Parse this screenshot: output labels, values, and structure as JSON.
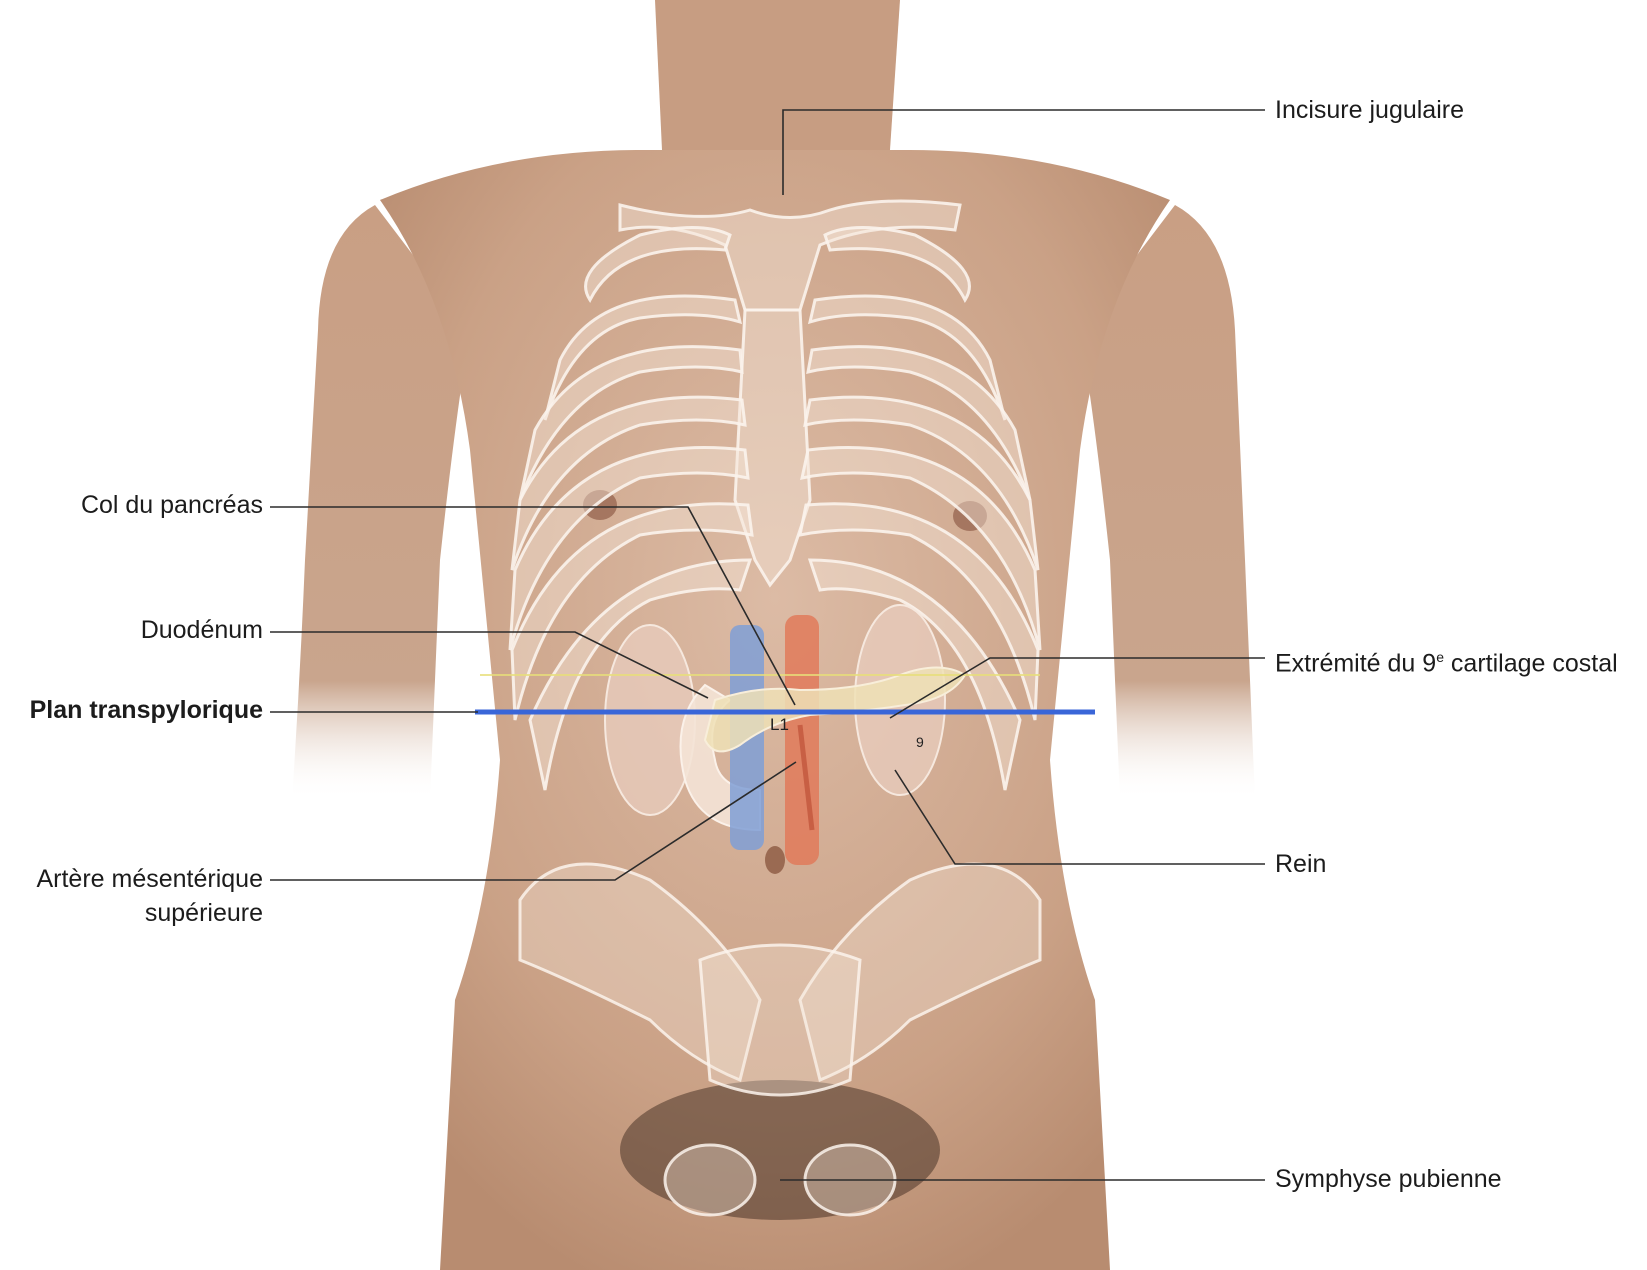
{
  "labels": {
    "incisure_jugulaire": "Incisure jugulaire",
    "col_du_pancreas": "Col du pancréas",
    "duodenum": "Duodénum",
    "extremite_prefix": "Extrémité du 9",
    "extremite_sup": "e",
    "extremite_suffix": " cartilage costal",
    "plan_transpylorique": "Plan transpylorique",
    "artere_line1": "Artère mésentérique",
    "artere_line2": "supérieure",
    "rein": "Rein",
    "symphyse_pubienne": "Symphyse pubienne"
  },
  "markers": {
    "vertebra": "L1",
    "rib_number": "9"
  },
  "colors": {
    "transpyloric_plane": "#3a66d8",
    "aorta": "#e07a5a",
    "vena_cava": "#7f9fd6",
    "skin": "#d7b59d",
    "bone_overlay": "#f1e2d6"
  }
}
